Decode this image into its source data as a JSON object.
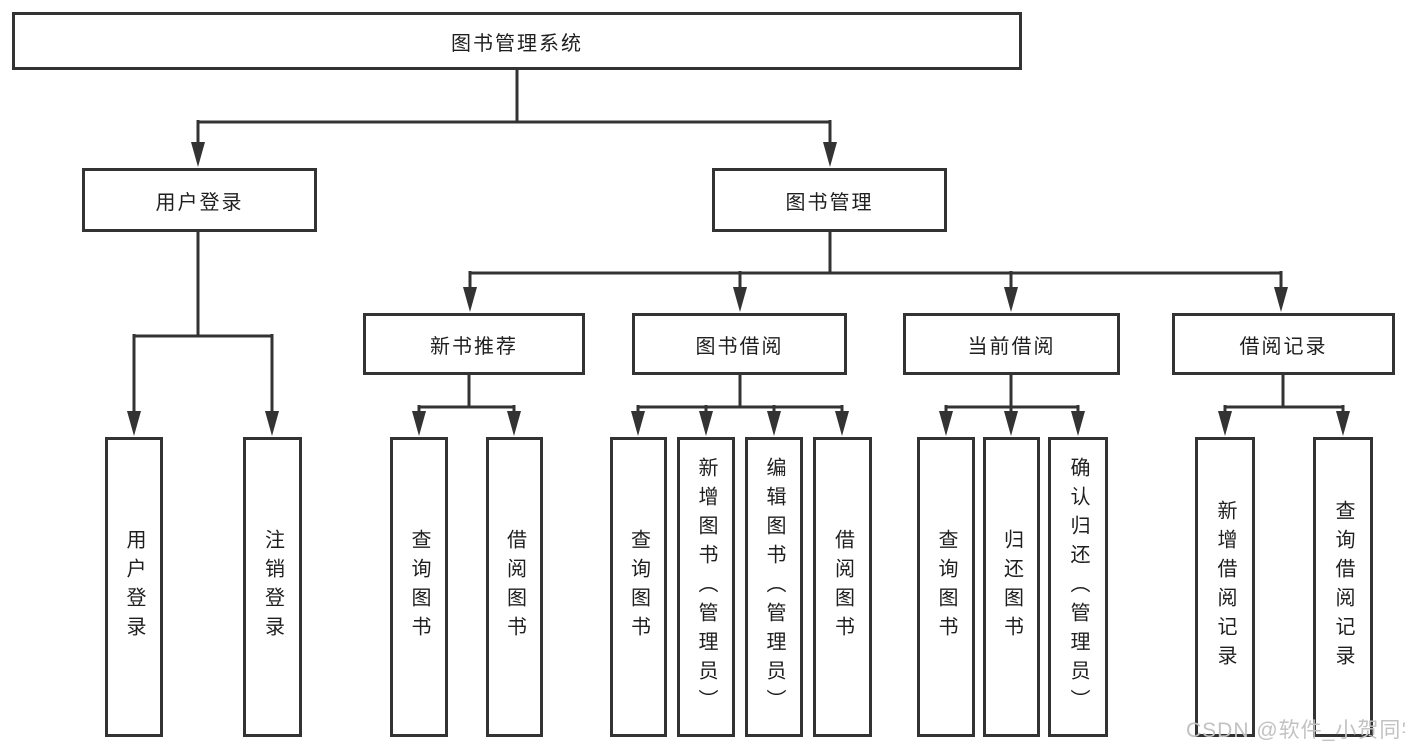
{
  "tree": {
    "label": "图书管理系统",
    "children": [
      {
        "label": "用户登录",
        "children": [
          {
            "label": "用户登录"
          },
          {
            "label": "注销登录"
          }
        ]
      },
      {
        "label": "图书管理",
        "children": [
          {
            "label": "新书推荐",
            "children": [
              {
                "label": "查询图书"
              },
              {
                "label": "借阅图书"
              }
            ]
          },
          {
            "label": "图书借阅",
            "children": [
              {
                "label": "查询图书"
              },
              {
                "label": "新增图书（管理员）"
              },
              {
                "label": "编辑图书（管理员）"
              },
              {
                "label": "借阅图书"
              }
            ]
          },
          {
            "label": "当前借阅",
            "children": [
              {
                "label": "查询图书"
              },
              {
                "label": "归还图书"
              },
              {
                "label": "确认归还（管理员）"
              }
            ]
          },
          {
            "label": "借阅记录",
            "children": [
              {
                "label": "新增借阅记录"
              },
              {
                "label": "查询借阅记录"
              }
            ]
          }
        ]
      }
    ]
  },
  "watermark": {
    "text": "CSDN @软件_小贺同学"
  },
  "colors": {
    "line": "#333333",
    "text": "#1f1f1f",
    "background": "#ffffff",
    "watermark": "#c2c2c2"
  }
}
